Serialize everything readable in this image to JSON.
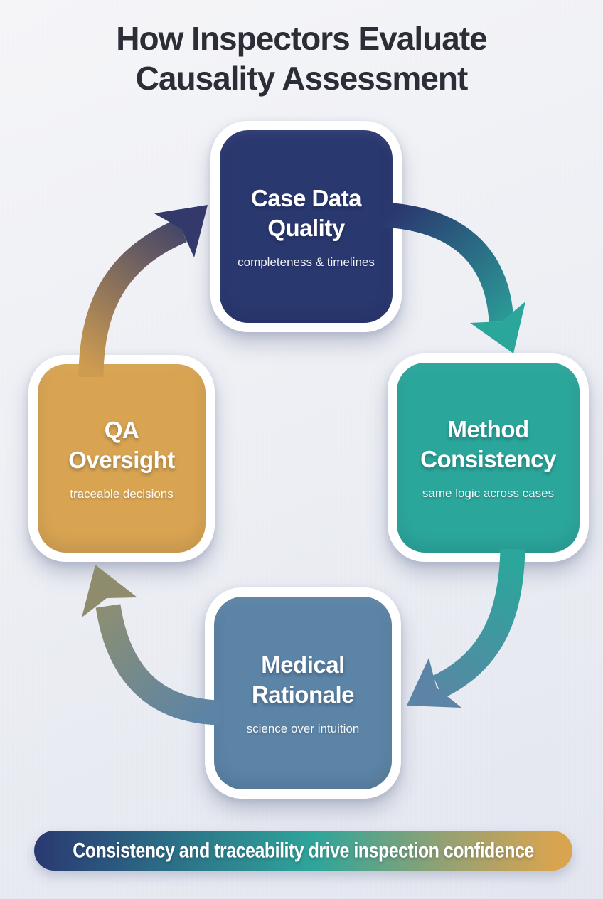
{
  "title": {
    "line1": "How Inspectors Evaluate",
    "line2": "Causality Assessment"
  },
  "cycle": {
    "nodes": [
      {
        "name": "case-data-quality",
        "title_line1": "Case Data",
        "title_line2": "Quality",
        "subtitle": "completeness & timelines",
        "color": "#2A3870"
      },
      {
        "name": "method-consistency",
        "title_line1": "Method",
        "title_line2": "Consistency",
        "subtitle": "same logic across cases",
        "color": "#2BA69B"
      },
      {
        "name": "medical-rationale",
        "title_line1": "Medical",
        "title_line2": "Rationale",
        "subtitle": "science over intuition",
        "color": "#5C84A6"
      },
      {
        "name": "qa-oversight",
        "title_line1": "QA",
        "title_line2": "Oversight",
        "subtitle": "traceable decisions",
        "color": "#D8A452"
      }
    ],
    "arrows": [
      {
        "from": "Case Data Quality",
        "to": "Method Consistency"
      },
      {
        "from": "Method Consistency",
        "to": "Medical Rationale"
      },
      {
        "from": "Medical Rationale",
        "to": "QA Oversight"
      },
      {
        "from": "QA Oversight",
        "to": "Case Data Quality"
      }
    ]
  },
  "banner": {
    "text": "Consistency and traceability drive inspection confidence",
    "gradient_start": "#2A3971",
    "gradient_mid": "#2FA59A",
    "gradient_end": "#D9A44F"
  },
  "palette": {
    "background": "#EDEFF4",
    "card_frame": "#FFFFFF",
    "title_text": "#2B2E37"
  }
}
